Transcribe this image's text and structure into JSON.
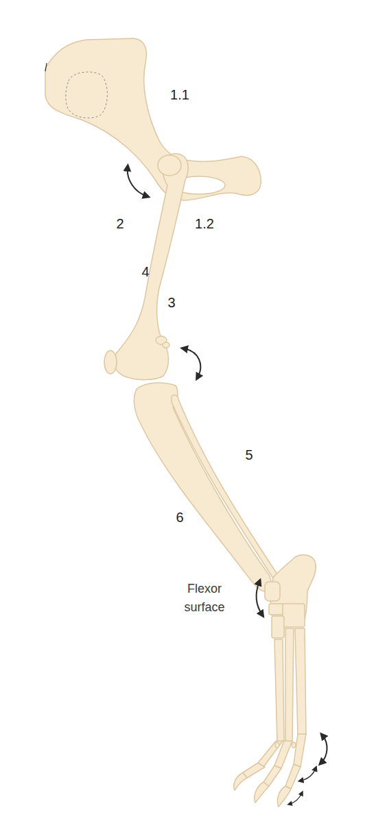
{
  "diagram": {
    "labels": [
      "1.1",
      "2",
      "1.2",
      "4",
      "3",
      "5",
      "6",
      "Flexor surface"
    ]
  }
}
